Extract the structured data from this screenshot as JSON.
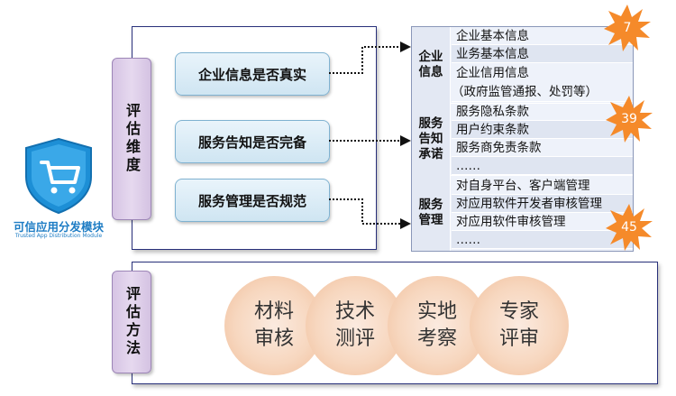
{
  "logo": {
    "title": "可信应用分发模块",
    "subtitle": "Trusted App Distribution Module"
  },
  "dimensions_section": {
    "label": "评估维度",
    "criteria": [
      "企业信息是否真实",
      "服务告知是否完备",
      "服务管理是否规范"
    ]
  },
  "method_section": {
    "label": "评估方法",
    "methods": [
      {
        "line1": "材料",
        "line2": "审核"
      },
      {
        "line1": "技术",
        "line2": "测评"
      },
      {
        "line1": "实地",
        "line2": "考察"
      },
      {
        "line1": "专家",
        "line2": "评审"
      }
    ]
  },
  "detail_table": {
    "groups": [
      {
        "header": "企业信息",
        "items": [
          "企业基本信息",
          "业务基本信息",
          "企业信用信息",
          "（政府监管通报、处罚等）"
        ],
        "count": "7"
      },
      {
        "header": "服务告知承诺",
        "items": [
          "服务隐私条款",
          "用户约束条款",
          "服务商免责条款",
          "……"
        ],
        "count": "39"
      },
      {
        "header": "服务管理",
        "items": [
          "对自身平台、客户端管理",
          "对应用软件开发者审核管理",
          "对应用软件审核管理",
          "……"
        ],
        "count": "45"
      }
    ]
  },
  "colors": {
    "frame_border": "#28307a",
    "tab_fill": "#d6c4e4",
    "criteria_fill": "#cfe5f2",
    "star_fill": "#f58a2a",
    "circle_fill": "#f7d7bf"
  }
}
